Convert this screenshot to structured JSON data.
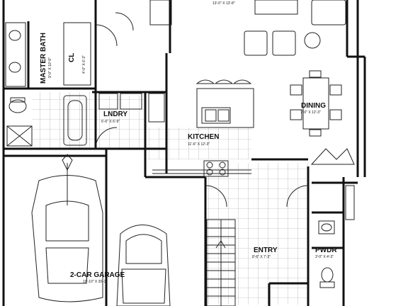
{
  "rooms": {
    "master_bath": {
      "label": "MASTER BATH",
      "dims": "9'-0\" X 10'-9\""
    },
    "closet": {
      "label": "CL",
      "dims": "4'-0\" X 6'-3\""
    },
    "laundry": {
      "label": "LNDRY",
      "dims": "6'-6\" X 6'-9\""
    },
    "kitchen": {
      "label": "KITCHEN",
      "dims": "11'-6\" X 12'-3\""
    },
    "dining": {
      "label": "DINING",
      "dims": "7'-0\" X 12'-3\""
    },
    "entry": {
      "label": "ENTRY",
      "dims": "8'-6\" X 7'-3\""
    },
    "powder": {
      "label": "PWDR",
      "dims": "3'-0\" X 4'-3\""
    },
    "garage": {
      "label": "2-CAR GARAGE",
      "dims": "19'-10\" X 20'-3\""
    },
    "top_room": {
      "dims": "13'-0\" X 13'-8\""
    }
  }
}
